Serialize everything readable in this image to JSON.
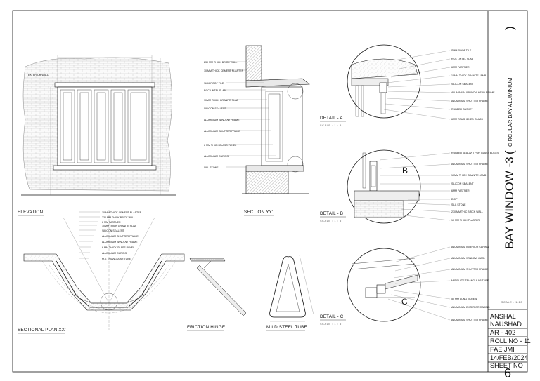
{
  "sheet": {
    "title": "BAY WINDOW -3",
    "subtitle": "CIRCULAR BAY ALUMINIUM",
    "title_paren_open": "(",
    "title_paren_close": ")"
  },
  "views": {
    "elevation": "ELEVATION",
    "section_yy": "SECTION YY'",
    "sectional_plan": "SECTIONAL PLAN XX'",
    "friction_hinge": "FRICTION HINGE",
    "mild_steel_tube": "MILD STEEL TUBE",
    "detail_a": "DETAIL - A",
    "detail_b": "DETAIL - B",
    "detail_c": "DETAIL - C",
    "detail_scale": "SCALE : 1 : 5"
  },
  "elevation_labels": {
    "exterior_wall": "EXTERIOR WALL"
  },
  "section_labels": [
    "230 MM THICK BRICK WALL",
    "10 MM THICK CEMENT PLASTER",
    "SMM ROOF TILE",
    "RCC LINTEL SLAB",
    "10MM THICK GRANITE SLAB",
    "SILICON SEALENT",
    "ALUMINIUM WINDOW FRAME",
    "ALUMINIUM SHUTTER FRAME",
    "6 MM THICK GLASS PANEL",
    "ALUMINIUM CARING",
    "SILL STONE"
  ],
  "plan_labels": [
    "10 MM THICK CEMENT PLASTER",
    "230 MM THICK BRICK WALL",
    "6 MM FASTNER",
    "10MM THICK GRANITE SLAB",
    "SILICON SEALENT",
    "ALUMINIUM SHUTTER FRAME",
    "ALUMINIUM WINDOW FRAME",
    "6 MM THICK GLASS PANEL",
    "ALUMINIUM CARING",
    "M.S TRIANGULAR TUBE"
  ],
  "detail_a_labels": [
    "SMM ROOF TILE",
    "RCC LINTEL SLAB",
    "6MM FASTNER",
    "10MM THICK GRANITE JAMB",
    "SILICON SEALENT",
    "ALUMINIUM WINDOW HEAD FRAME",
    "ALUMINIUM SHUTTER FRAME",
    "RUBBER GASKET",
    "6MM TOUGHENED GLASS"
  ],
  "detail_b_labels": [
    "RUBBER SEALANT FOR GLASS EDGES",
    "ALUMINIUM SHUTTER FRAME",
    "10MM THICK GRANITE JAMB",
    "SILICON SEALENT",
    "6MM FASTNER",
    "DRIP",
    "SILL STONE",
    "230 MM THIC BRICK WALL",
    "10 MM THICK PLASTER"
  ],
  "detail_c_labels": [
    "ALUMINIUM INTERIOR CARING",
    "ALUMINIUM WINDOW JAMB",
    "ALUMINIUM SHUTTER FRAME",
    "M.S PLATE TRIANGULAR TUBE",
    "50 MM LONG SCREW",
    "ALUMINIUM EXTERIOR CARING",
    "ALUMINIUM SHUTTER FRAME"
  ],
  "detail_letters": {
    "b": "B",
    "c": "C"
  },
  "title_block": {
    "scale": "SCALE : 1:20",
    "name_1": "ANSHAL",
    "name_2": "NAUSHAD",
    "course": "AR - 402",
    "roll": "ROLL NO - 11",
    "college": "FAE JMI",
    "date": "14/FEB/2024",
    "sheet_label": "SHEET NO",
    "sheet_number": "6"
  }
}
